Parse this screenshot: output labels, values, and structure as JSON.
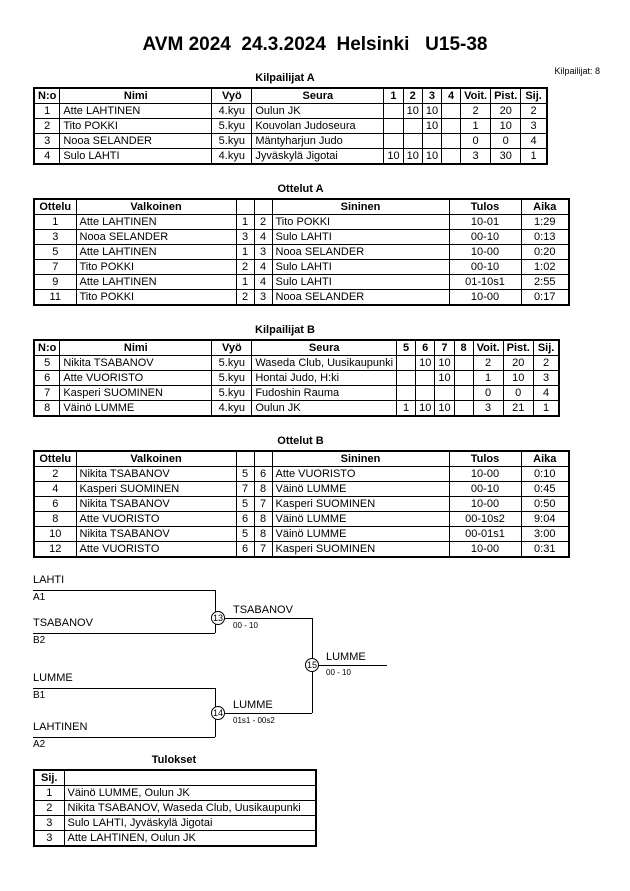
{
  "page": {
    "title": "AVM 2024  24.3.2024  Helsinki   U15-38",
    "competitors_label": "Kilpailijat: 8"
  },
  "colors": {
    "text": "#000000",
    "background": "#ffffff",
    "table_border": "#000000"
  },
  "kilpailijatA": {
    "title": "Kilpailijat A",
    "headers": [
      "N:o",
      "Nimi",
      "Vyö",
      "Seura",
      "1",
      "2",
      "3",
      "4",
      "Voit.",
      "Pist.",
      "Sij."
    ],
    "rows": [
      {
        "no": "1",
        "nimi": "Atte LAHTINEN",
        "vyo": "4.kyu",
        "seura": "Oulun JK",
        "s1": "",
        "s2": "10",
        "s3": "10",
        "s4": "",
        "voit": "2",
        "pist": "20",
        "sij": "2"
      },
      {
        "no": "2",
        "nimi": "Tito POKKI",
        "vyo": "5.kyu",
        "seura": "Kouvolan Judoseura",
        "s1": "",
        "s2": "",
        "s3": "10",
        "s4": "",
        "voit": "1",
        "pist": "10",
        "sij": "3"
      },
      {
        "no": "3",
        "nimi": "Nooa SELANDER",
        "vyo": "5.kyu",
        "seura": "Mäntyharjun Judo",
        "s1": "",
        "s2": "",
        "s3": "",
        "s4": "",
        "voit": "0",
        "pist": "0",
        "sij": "4"
      },
      {
        "no": "4",
        "nimi": "Sulo LAHTI",
        "vyo": "4.kyu",
        "seura": "Jyväskylä Jigotai",
        "s1": "10",
        "s2": "10",
        "s3": "10",
        "s4": "",
        "voit": "3",
        "pist": "30",
        "sij": "1"
      }
    ]
  },
  "ottelutA": {
    "title": "Ottelut A",
    "headers": [
      "Ottelu",
      "Valkoinen",
      "",
      "",
      "Sininen",
      "Tulos",
      "Aika"
    ],
    "rows": [
      {
        "ottelu": "1",
        "valkoinen": "Atte LAHTINEN",
        "wnum": "1",
        "bnum": "2",
        "sininen": "Tito POKKI",
        "tulos": "10-01",
        "aika": "1:29"
      },
      {
        "ottelu": "3",
        "valkoinen": "Nooa SELANDER",
        "wnum": "3",
        "bnum": "4",
        "sininen": "Sulo LAHTI",
        "tulos": "00-10",
        "aika": "0:13"
      },
      {
        "ottelu": "5",
        "valkoinen": "Atte LAHTINEN",
        "wnum": "1",
        "bnum": "3",
        "sininen": "Nooa SELANDER",
        "tulos": "10-00",
        "aika": "0:20"
      },
      {
        "ottelu": "7",
        "valkoinen": "Tito POKKI",
        "wnum": "2",
        "bnum": "4",
        "sininen": "Sulo LAHTI",
        "tulos": "00-10",
        "aika": "1:02"
      },
      {
        "ottelu": "9",
        "valkoinen": "Atte LAHTINEN",
        "wnum": "1",
        "bnum": "4",
        "sininen": "Sulo LAHTI",
        "tulos": "01-10s1",
        "aika": "2:55"
      },
      {
        "ottelu": "11",
        "valkoinen": "Tito POKKI",
        "wnum": "2",
        "bnum": "3",
        "sininen": "Nooa SELANDER",
        "tulos": "10-00",
        "aika": "0:17"
      }
    ]
  },
  "kilpailijatB": {
    "title": "Kilpailijat B",
    "headers": [
      "N:o",
      "Nimi",
      "Vyö",
      "Seura",
      "5",
      "6",
      "7",
      "8",
      "Voit.",
      "Pist.",
      "Sij."
    ],
    "rows": [
      {
        "no": "5",
        "nimi": "Nikita TSABANOV",
        "vyo": "5.kyu",
        "seura": "Waseda Club, Uusikaupunki",
        "s1": "",
        "s2": "10",
        "s3": "10",
        "s4": "",
        "voit": "2",
        "pist": "20",
        "sij": "2"
      },
      {
        "no": "6",
        "nimi": "Atte VUORISTO",
        "vyo": "5.kyu",
        "seura": "Hontai Judo, H:ki",
        "s1": "",
        "s2": "",
        "s3": "10",
        "s4": "",
        "voit": "1",
        "pist": "10",
        "sij": "3"
      },
      {
        "no": "7",
        "nimi": "Kasperi SUOMINEN",
        "vyo": "5.kyu",
        "seura": "Fudoshin Rauma",
        "s1": "",
        "s2": "",
        "s3": "",
        "s4": "",
        "voit": "0",
        "pist": "0",
        "sij": "4"
      },
      {
        "no": "8",
        "nimi": "Väinö LUMME",
        "vyo": "4.kyu",
        "seura": "Oulun JK",
        "s1": "1",
        "s2": "10",
        "s3": "10",
        "s4": "",
        "voit": "3",
        "pist": "21",
        "sij": "1"
      }
    ]
  },
  "ottelutB": {
    "title": "Ottelut B",
    "headers": [
      "Ottelu",
      "Valkoinen",
      "",
      "",
      "Sininen",
      "Tulos",
      "Aika"
    ],
    "rows": [
      {
        "ottelu": "2",
        "valkoinen": "Nikita TSABANOV",
        "wnum": "5",
        "bnum": "6",
        "sininen": "Atte VUORISTO",
        "tulos": "10-00",
        "aika": "0:10"
      },
      {
        "ottelu": "4",
        "valkoinen": "Kasperi SUOMINEN",
        "wnum": "7",
        "bnum": "8",
        "sininen": "Väinö LUMME",
        "tulos": "00-10",
        "aika": "0:45"
      },
      {
        "ottelu": "6",
        "valkoinen": "Nikita TSABANOV",
        "wnum": "5",
        "bnum": "7",
        "sininen": "Kasperi SUOMINEN",
        "tulos": "10-00",
        "aika": "0:50"
      },
      {
        "ottelu": "8",
        "valkoinen": "Atte VUORISTO",
        "wnum": "6",
        "bnum": "8",
        "sininen": "Väinö LUMME",
        "tulos": "00-10s2",
        "aika": "9:04"
      },
      {
        "ottelu": "10",
        "valkoinen": "Nikita TSABANOV",
        "wnum": "5",
        "bnum": "8",
        "sininen": "Väinö LUMME",
        "tulos": "00-01s1",
        "aika": "3:00"
      },
      {
        "ottelu": "12",
        "valkoinen": "Atte VUORISTO",
        "wnum": "6",
        "bnum": "7",
        "sininen": "Kasperi SUOMINEN",
        "tulos": "10-00",
        "aika": "0:31"
      }
    ]
  },
  "bracket": {
    "semi1_top_name": "LAHTI",
    "semi1_top_seed": "A1",
    "semi1_bottom_name": "TSABANOV",
    "semi1_bottom_seed": "B2",
    "semi1_match_no": "13",
    "semi1_winner": "TSABANOV",
    "semi1_score": "00 - 10",
    "semi2_top_name": "LUMME",
    "semi2_top_seed": "B1",
    "semi2_bottom_name": "LAHTINEN",
    "semi2_bottom_seed": "A2",
    "semi2_match_no": "14",
    "semi2_winner": "LUMME",
    "semi2_score": "01s1 - 00s2",
    "final_match_no": "15",
    "final_winner": "LUMME",
    "final_score": "00 - 10"
  },
  "tulokset": {
    "title": "Tulokset",
    "headers": [
      "Sij.",
      ""
    ],
    "rows": [
      {
        "sij": "1",
        "name": "Väinö LUMME, Oulun JK"
      },
      {
        "sij": "2",
        "name": "Nikita TSABANOV, Waseda Club, Uusikaupunki"
      },
      {
        "sij": "3",
        "name": "Sulo LAHTI, Jyväskylä Jigotai"
      },
      {
        "sij": "3",
        "name": "Atte LAHTINEN, Oulun JK"
      }
    ]
  }
}
